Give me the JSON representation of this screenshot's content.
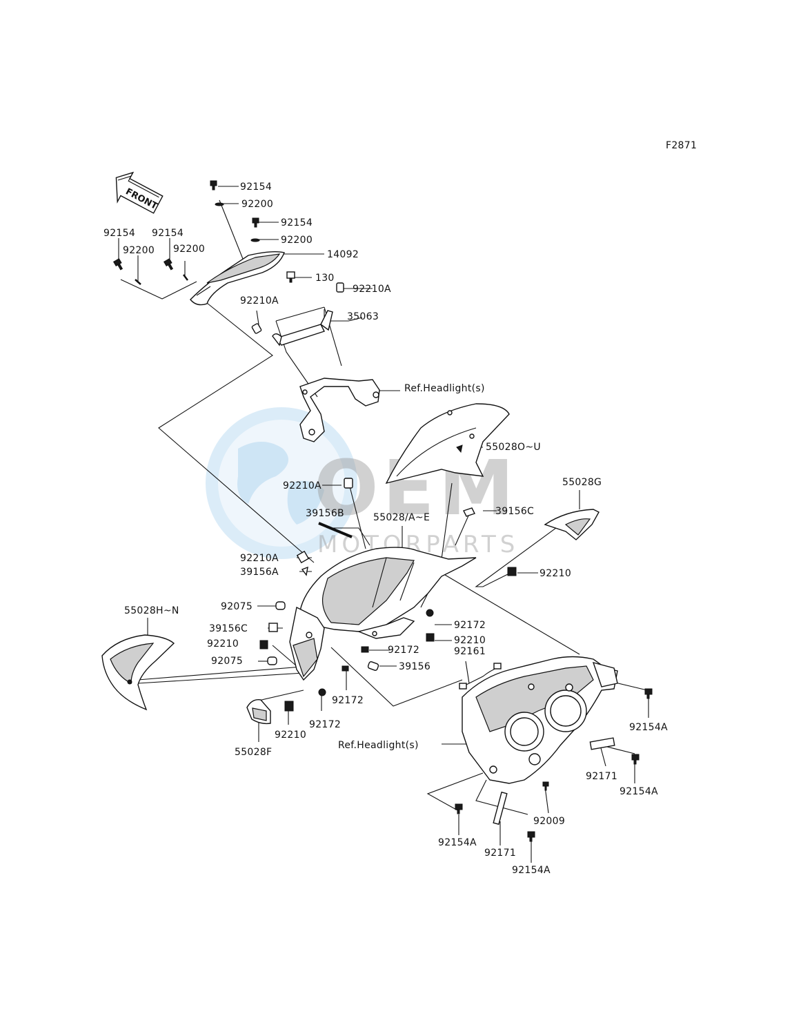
{
  "figure_code": "F2871",
  "front_arrow": "FRONT",
  "watermark": {
    "brand": "OEM",
    "subtitle": "MOTORPARTS"
  },
  "labels": {
    "l92154_a": "92154",
    "l92200_a": "92200",
    "l92154_b": "92154",
    "l92200_b": "92200",
    "l14092": "14092",
    "l92154_c": "92154",
    "l92200_c": "92200",
    "l92154_d": "92154",
    "l92200_d": "92200",
    "l130": "130",
    "l92210A_a": "92210A",
    "l92210A_b": "92210A",
    "l35063": "35063",
    "lref_head_a": "Ref.Headlight(s)",
    "l55028OU": "55028O~U",
    "l55028G": "55028G",
    "l92210A_c": "92210A",
    "l39156B": "39156B",
    "l55028AE": "55028/A~E",
    "l39156C_a": "39156C",
    "l92210A_d": "92210A",
    "l39156A": "39156A",
    "l92210_a": "92210",
    "l92075_a": "92075",
    "l55028HN": "55028H~N",
    "l92172_a": "92172",
    "l39156C_b": "39156C",
    "l92210_b": "92210",
    "l92210_c": "92210",
    "l92172_b": "92172",
    "l92161": "92161",
    "l92075_b": "92075",
    "l39156": "39156",
    "l92172_c": "92172",
    "l92154A_a": "92154A",
    "l92210_d": "92210",
    "l92172_d": "92172",
    "l55028F": "55028F",
    "lref_head_b": "Ref.Headlight(s)",
    "l92171_a": "92171",
    "l92154A_b": "92154A",
    "l92009": "92009",
    "l92154A_c": "92154A",
    "l92171_b": "92171",
    "l92154A_d": "92154A"
  }
}
